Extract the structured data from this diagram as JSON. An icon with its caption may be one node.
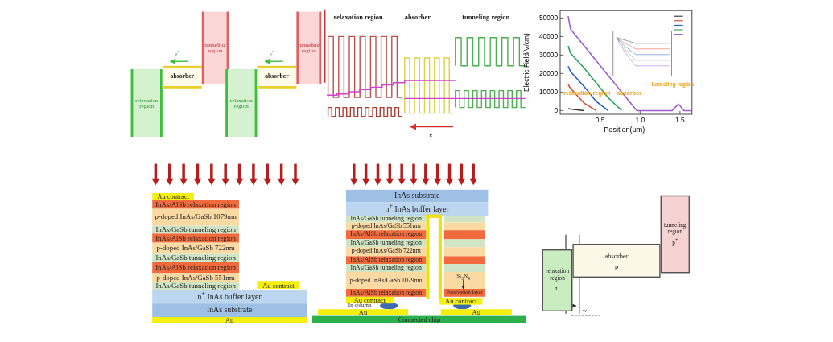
{
  "diagram": {
    "nodes": [
      {
        "text": [
          "relaxation region"
        ]
      },
      {
        "text": [
          "absorber"
        ]
      },
      {
        "text": [
          "tunneling region"
        ]
      },
      {
        "text": [
          "relaxation region"
        ]
      },
      {
        "text": [
          "absorber"
        ]
      },
      {
        "text": [
          "tunneling region"
        ]
      },
      {
        "text": [
          "Au contract"
        ]
      },
      {
        "text": [
          "InAs/AlSb relaxation region"
        ]
      },
      {
        "text": [
          "p-doped InAs/GaSb 1079nm"
        ]
      },
      {
        "text": [
          "InAs/GaSb tunneling region"
        ]
      },
      {
        "text": [
          "InAs/AlSb relaxation region"
        ]
      },
      {
        "text": [
          "p-doped InAs/GaSb 722nm"
        ]
      },
      {
        "text": [
          "InAs/GaSb tunneling region"
        ]
      },
      {
        "text": [
          "InAs/AlSb relaxation region"
        ]
      },
      {
        "text": [
          "p-doped InAs/GaSb 551nm"
        ]
      },
      {
        "text": [
          "InAs/GaSb tunneling region"
        ]
      },
      {
        "text": [
          "Au contract"
        ]
      },
      {
        "text": [
          "n$^{+}$ InAs buffer layer"
        ]
      },
      {
        "text": [
          "InAs substrate"
        ]
      },
      {
        "text": [
          "Au"
        ]
      },
      {
        "text": [
          "InAs substrate"
        ]
      },
      {
        "text": [
          "n$^{+}$ InAs buffer layer"
        ]
      },
      {
        "text": [
          "InAs/GaSb tunneling region"
        ]
      },
      {
        "text": [
          "p-doped InAs/GaSb 551nm"
        ]
      },
      {
        "text": [
          "InAs/AlSb relaxation region"
        ]
      },
      {
        "text": [
          "InAs/GaSb tunneling region"
        ]
      },
      {
        "text": [
          "p-doped InAs/GaSb 722nm"
        ]
      },
      {
        "text": [
          "InAs/AlSb relaxation region"
        ]
      },
      {
        "text": [
          "InAs/GaSb tunneling region"
        ]
      },
      {
        "text": [
          "p-doped InAs/GaSb 1079nm"
        ]
      },
      {
        "text": [
          "InAs/AlSb relaxation region"
        ]
      },
      {
        "text": [],
        "shape": "box"
      },
      {
        "text": [],
        "shape": "box"
      },
      {
        "text": [],
        "shape": "box"
      },
      {
        "text": [],
        "shape": "box"
      },
      {
        "text": [],
        "shape": "box"
      },
      {
        "text": [],
        "shape": "box"
      },
      {
        "text": [],
        "shape": "box"
      },
      {
        "text": [],
        "shape": "box"
      },
      {
        "text": [
          "Si$_{3}$N$_{4}$"
        ],
        "in": 38
      },
      {
        "text": [
          "Passivation layer"
        ]
      },
      {
        "text": [
          "Au contract"
        ]
      },
      {
        "text": [
          "Au contract"
        ]
      },
      {
        "text": [
          "Au"
        ]
      },
      {
        "text": [
          "Au"
        ]
      },
      {
        "text": [
          "Connected chip"
        ]
      },
      {
        "text": [
          "relaxation region",
          "n$^{+}$"
        ]
      },
      {
        "text": [
          "absorber",
          "p"
        ]
      },
      {
        "text": [
          "tunneling region",
          "p$^{+}$"
        ]
      },
      {
        "text": [],
        "shape": "box"
      }
    ],
    "edges": [
      {
        "from": 39,
        "to": 40,
        "arrow": "to"
      }
    ],
    "labels": [
      "e$^{-}$",
      "e$^{-}$",
      "relaxation region",
      "absorber",
      "tunneling region",
      "e",
      "In column",
      "w"
    ],
    "chart_data": {
      "type": "line",
      "xlabel": "Position(um)",
      "ylabel": "Electric Field(V/cm)",
      "x": [
        0.1,
        0.13,
        0.3,
        0.45,
        0.6,
        0.77,
        0.96,
        1.2,
        1.4,
        1.48,
        1.55,
        1.65
      ],
      "series": [
        {
          "color": "#333333",
          "values": [
            1000,
            800,
            0,
            null,
            null,
            null,
            null,
            null,
            null,
            null,
            null,
            null
          ]
        },
        {
          "color": "#e0452f",
          "values": [
            14000,
            12000,
            4000,
            0,
            null,
            null,
            null,
            null,
            null,
            null,
            null,
            null
          ]
        },
        {
          "color": "#2a5cc8",
          "values": [
            24000,
            21000,
            13000,
            5000,
            0,
            null,
            null,
            null,
            null,
            null,
            null,
            null
          ]
        },
        {
          "color": "#2ca05a",
          "values": [
            35000,
            31000,
            23000,
            15000,
            7000,
            0,
            null,
            null,
            null,
            null,
            null,
            null
          ]
        },
        {
          "color": "#9b59d0",
          "values": [
            51000,
            44000,
            35000,
            27000,
            19000,
            10000,
            0,
            0,
            0,
            3500,
            0,
            0
          ]
        }
      ],
      "xlim": [
        0,
        1.65
      ],
      "ylim": [
        -2000,
        54000
      ],
      "xticks": [
        0.5,
        {
          "value": 1,
          "label": "1.0"
        },
        1.5
      ],
      "yticks": [
        0,
        10000,
        20000,
        30000,
        40000,
        50000
      ],
      "annotations": [
        "relaxation region",
        "absorber",
        "tunneling region"
      ]
    }
  }
}
